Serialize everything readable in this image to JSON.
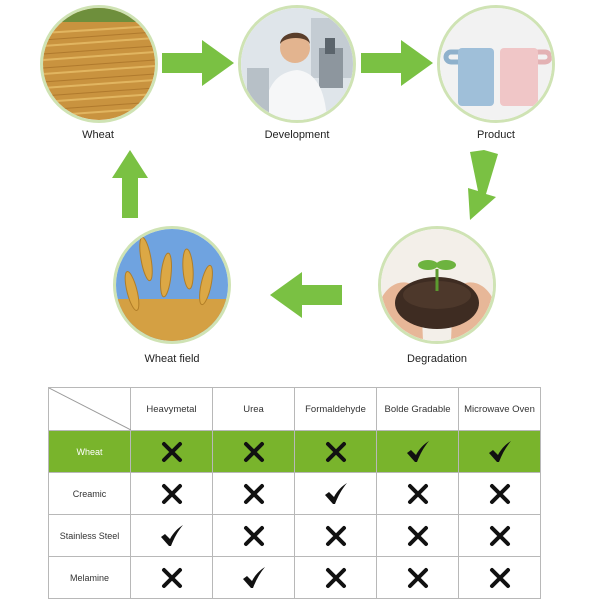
{
  "cycle": {
    "nodes": [
      {
        "id": "wheat",
        "label": "Wheat"
      },
      {
        "id": "development",
        "label": "Development"
      },
      {
        "id": "product",
        "label": "Product"
      },
      {
        "id": "degradation",
        "label": "Degradation"
      },
      {
        "id": "wheat_field",
        "label": "Wheat field"
      }
    ],
    "arrow_color": "#7ac143"
  },
  "table": {
    "columns": [
      "Heavymetal",
      "Urea",
      "Formaldehyde",
      "Bolde Gradable",
      "Microwave Oven"
    ],
    "rows": [
      {
        "label": "Wheat",
        "highlight": true,
        "marks": [
          "X",
          "X",
          "X",
          "✓",
          "✓"
        ]
      },
      {
        "label": "Creamic",
        "highlight": false,
        "marks": [
          "X",
          "X",
          "✓",
          "X",
          "X"
        ]
      },
      {
        "label": "Stainless Steel",
        "highlight": false,
        "marks": [
          "✓",
          "X",
          "X",
          "X",
          "X"
        ]
      },
      {
        "label": "Melamine",
        "highlight": false,
        "marks": [
          "X",
          "✓",
          "X",
          "X",
          "X"
        ]
      }
    ],
    "highlight_color": "#79b42c"
  }
}
